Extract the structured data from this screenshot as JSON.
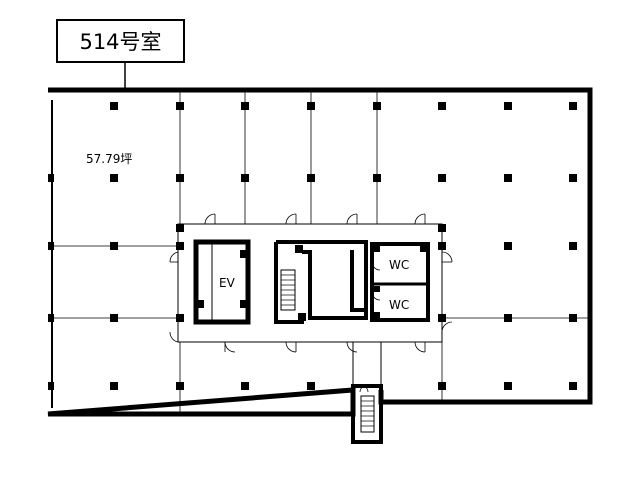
{
  "floor_plan": {
    "room_number": "514号室",
    "area": "57.79坪",
    "rooms": {
      "elevator": "EV",
      "restroom_upper": "WC",
      "restroom_lower": "WC"
    }
  }
}
